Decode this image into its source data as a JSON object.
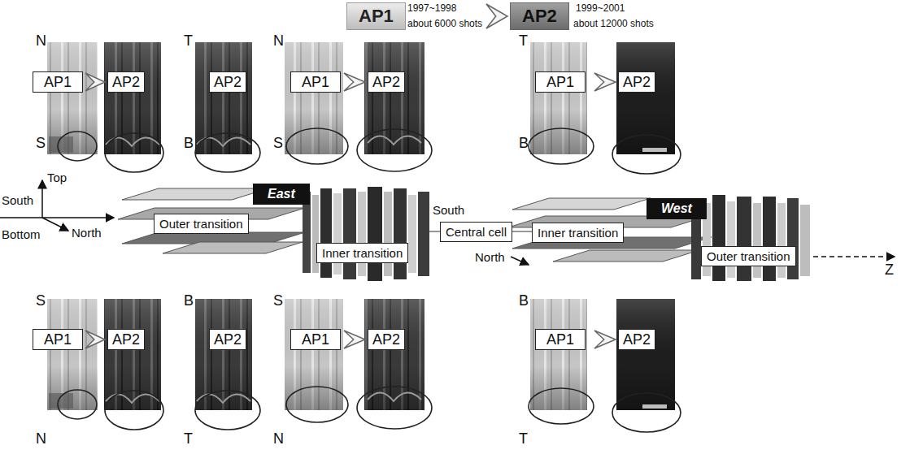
{
  "diagram": {
    "nodes": [
      {
        "text": [
          "AP1"
        ]
      },
      {
        "text": [
          "AP2"
        ]
      },
      {
        "text": [
          "AP1"
        ]
      },
      {
        "text": [
          "AP2"
        ]
      },
      {
        "text": [
          "AP2"
        ]
      },
      {
        "text": [
          "AP1"
        ]
      },
      {
        "text": [
          "AP2"
        ]
      },
      {
        "text": [
          "AP1"
        ]
      },
      {
        "text": [
          "AP2"
        ]
      },
      {
        "text": [
          "Outer transition"
        ]
      },
      {
        "text": [
          "East"
        ]
      },
      {
        "text": [
          "Inner transition"
        ]
      },
      {
        "text": [
          "Central cell"
        ]
      },
      {
        "text": [
          "Inner transition"
        ]
      },
      {
        "text": [
          "West"
        ]
      },
      {
        "text": [
          "Outer transition"
        ]
      },
      {
        "text": [
          "AP1"
        ]
      },
      {
        "text": [
          "AP2"
        ]
      },
      {
        "text": [
          "AP2"
        ]
      },
      {
        "text": [
          "AP1"
        ]
      },
      {
        "text": [
          "AP2"
        ]
      },
      {
        "text": [
          "AP1"
        ]
      },
      {
        "text": [
          "AP2"
        ]
      }
    ],
    "edges": [
      {
        "from": 0,
        "to": 1,
        "arrow": "to"
      },
      {
        "from": 2,
        "to": 3,
        "arrow": "to"
      },
      {
        "from": 5,
        "to": 6,
        "arrow": "to"
      },
      {
        "from": 7,
        "to": 8,
        "arrow": "to"
      },
      {
        "from": 16,
        "to": 17,
        "arrow": "to"
      },
      {
        "from": 19,
        "to": 20,
        "arrow": "to"
      },
      {
        "from": 21,
        "to": 22,
        "arrow": "to"
      }
    ],
    "labels": [
      "1997~1998",
      "about 6000 shots",
      "1999~2001",
      "about 12000 shots",
      "N",
      "S",
      "T",
      "B",
      "N",
      "S",
      "T",
      "B",
      "Top",
      "South",
      "North",
      "Bottom",
      "South",
      "North",
      "Z",
      "S",
      "N",
      "B",
      "T",
      "S",
      "N",
      "B",
      "T"
    ]
  }
}
